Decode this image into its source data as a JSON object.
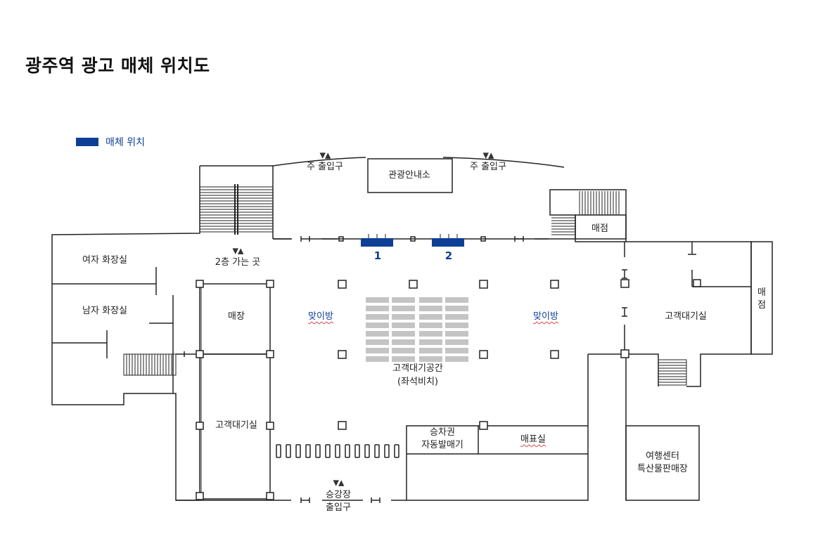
{
  "title": "광주역 광고 매체 위치도",
  "legend": {
    "label": "매체 위치",
    "color": "#0d3f96"
  },
  "labels": {
    "main_entrance_left": "주 출입구",
    "main_entrance_right": "주 출입구",
    "tourist_info": "관광안내소",
    "shop_top_right": "매점",
    "shop_right_vertical": "매점",
    "women_restroom": "여자 화장실",
    "men_restroom": "남자 화장실",
    "to_second_floor": "2층 가는 곳",
    "store_left": "매장",
    "nursing_room_left": "맞이방",
    "nursing_room_right": "맞이방",
    "waiting_room_right": "고객대기실",
    "waiting_area": "고객대기공간",
    "waiting_area_sub": "(좌석비치)",
    "waiting_room_left": "고객대기실",
    "ticket_machine_1": "승차권",
    "ticket_machine_2": "자동발매기",
    "ticket_office": "매표실",
    "travel_center_1": "여행센터",
    "travel_center_2": "특산물판매장",
    "platform_entrance_1": "승강장",
    "platform_entrance_2": "출입구"
  },
  "ad_spots": [
    {
      "number": "1"
    },
    {
      "number": "2"
    }
  ],
  "arrow_symbol": "▼▲"
}
